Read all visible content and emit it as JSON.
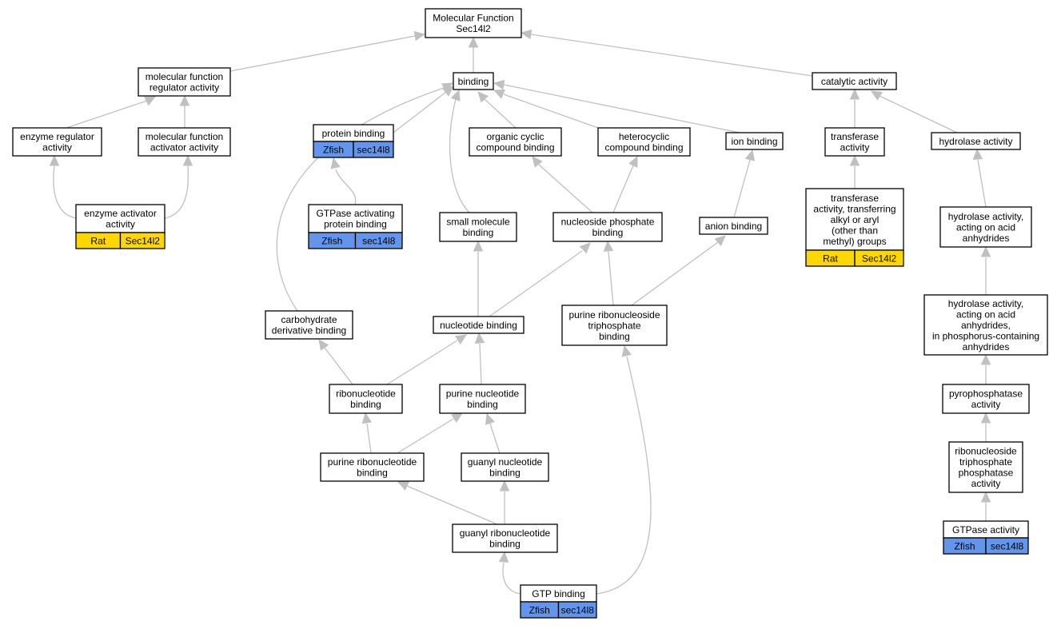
{
  "colors": {
    "rat": "#ffd700",
    "zfish": "#6495ed",
    "edge": "#c0c0c0"
  },
  "nodes": {
    "root": {
      "lines": [
        "Molecular Function",
        "Sec14l2"
      ]
    },
    "mfreg": {
      "lines": [
        "molecular function",
        "regulator activity"
      ]
    },
    "binding": {
      "lines": [
        "binding"
      ]
    },
    "catalytic": {
      "lines": [
        "catalytic activity"
      ]
    },
    "enzreg": {
      "lines": [
        "enzyme regulator",
        "activity"
      ]
    },
    "mfact": {
      "lines": [
        "molecular function",
        "activator activity"
      ]
    },
    "protbind": {
      "lines": [
        "protein binding"
      ],
      "annot": [
        {
          "label": "Zfish",
          "color": "zfish"
        },
        {
          "label": "sec14l8",
          "color": "zfish"
        }
      ]
    },
    "orgcyc": {
      "lines": [
        "organic cyclic",
        "compound binding"
      ]
    },
    "hetcyc": {
      "lines": [
        "heterocyclic",
        "compound binding"
      ]
    },
    "ionbind": {
      "lines": [
        "ion binding"
      ]
    },
    "transferase": {
      "lines": [
        "transferase",
        "activity"
      ]
    },
    "hydrolase": {
      "lines": [
        "hydrolase activity"
      ]
    },
    "enzact": {
      "lines": [
        "enzyme activator",
        "activity"
      ],
      "annot": [
        {
          "label": "Rat",
          "color": "rat"
        },
        {
          "label": "Sec14l2",
          "color": "rat"
        }
      ]
    },
    "gtpaseact": {
      "lines": [
        "GTPase activating",
        "protein binding"
      ],
      "annot": [
        {
          "label": "Zfish",
          "color": "zfish"
        },
        {
          "label": "sec14l8",
          "color": "zfish"
        }
      ]
    },
    "smallmol": {
      "lines": [
        "small molecule",
        "binding"
      ]
    },
    "nucphos": {
      "lines": [
        "nucleoside phosphate",
        "binding"
      ]
    },
    "anion": {
      "lines": [
        "anion binding"
      ]
    },
    "transalk": {
      "lines": [
        "transferase",
        "activity, transferring",
        "alkyl or aryl",
        "(other than",
        "methyl) groups"
      ],
      "annot": [
        {
          "label": "Rat",
          "color": "rat"
        },
        {
          "label": "Sec14l2",
          "color": "rat"
        }
      ]
    },
    "hydacid": {
      "lines": [
        "hydrolase activity,",
        "acting on acid",
        "anhydrides"
      ]
    },
    "carbo": {
      "lines": [
        "carbohydrate",
        "derivative binding"
      ]
    },
    "nucleotide": {
      "lines": [
        "nucleotide binding"
      ]
    },
    "purribotri": {
      "lines": [
        "purine ribonucleoside",
        "triphosphate",
        "binding"
      ]
    },
    "hydphos": {
      "lines": [
        "hydrolase activity,",
        "acting on acid",
        "anhydrides,",
        "in phosphorus-containing",
        "anhydrides"
      ]
    },
    "ribonuc": {
      "lines": [
        "ribonucleotide",
        "binding"
      ]
    },
    "purnuc": {
      "lines": [
        "purine nucleotide",
        "binding"
      ]
    },
    "pyrophos": {
      "lines": [
        "pyrophosphatase",
        "activity"
      ]
    },
    "purribonuc": {
      "lines": [
        "purine ribonucleotide",
        "binding"
      ]
    },
    "guanylnuc": {
      "lines": [
        "guanyl nucleotide",
        "binding"
      ]
    },
    "ribotriphos": {
      "lines": [
        "ribonucleoside",
        "triphosphate",
        "phosphatase",
        "activity"
      ]
    },
    "guanylribo": {
      "lines": [
        "guanyl ribonucleotide",
        "binding"
      ]
    },
    "gtpase": {
      "lines": [
        "GTPase activity"
      ],
      "annot": [
        {
          "label": "Zfish",
          "color": "zfish"
        },
        {
          "label": "sec14l8",
          "color": "zfish"
        }
      ]
    },
    "gtpbind": {
      "lines": [
        "GTP binding"
      ],
      "annot": [
        {
          "label": "Zfish",
          "color": "zfish"
        },
        {
          "label": "sec14l8",
          "color": "zfish"
        }
      ]
    }
  },
  "edges": [
    [
      "mfreg",
      "root"
    ],
    [
      "binding",
      "root"
    ],
    [
      "catalytic",
      "root"
    ],
    [
      "enzreg",
      "mfreg"
    ],
    [
      "mfact",
      "mfreg"
    ],
    [
      "enzact",
      "enzreg"
    ],
    [
      "enzact",
      "mfact"
    ],
    [
      "protbind",
      "binding"
    ],
    [
      "orgcyc",
      "binding"
    ],
    [
      "hetcyc",
      "binding"
    ],
    [
      "ionbind",
      "binding"
    ],
    [
      "smallmol",
      "binding"
    ],
    [
      "carbo",
      "binding"
    ],
    [
      "gtpaseact",
      "protbind"
    ],
    [
      "nucphos",
      "orgcyc"
    ],
    [
      "nucphos",
      "hetcyc"
    ],
    [
      "anion",
      "ionbind"
    ],
    [
      "nucleotide",
      "smallmol"
    ],
    [
      "nucleotide",
      "nucphos"
    ],
    [
      "purribotri",
      "nucphos"
    ],
    [
      "purribotri",
      "anion"
    ],
    [
      "ribonuc",
      "carbo"
    ],
    [
      "ribonuc",
      "nucleotide"
    ],
    [
      "purnuc",
      "nucleotide"
    ],
    [
      "purribonuc",
      "ribonuc"
    ],
    [
      "purribonuc",
      "purnuc"
    ],
    [
      "guanylnuc",
      "purnuc"
    ],
    [
      "guanylribo",
      "purribonuc"
    ],
    [
      "guanylribo",
      "guanylnuc"
    ],
    [
      "gtpbind",
      "guanylribo"
    ],
    [
      "gtpbind",
      "purribotri"
    ],
    [
      "transferase",
      "catalytic"
    ],
    [
      "hydrolase",
      "catalytic"
    ],
    [
      "transalk",
      "transferase"
    ],
    [
      "hydacid",
      "hydrolase"
    ],
    [
      "hydphos",
      "hydacid"
    ],
    [
      "pyrophos",
      "hydphos"
    ],
    [
      "ribotriphos",
      "pyrophos"
    ],
    [
      "gtpase",
      "ribotriphos"
    ]
  ]
}
